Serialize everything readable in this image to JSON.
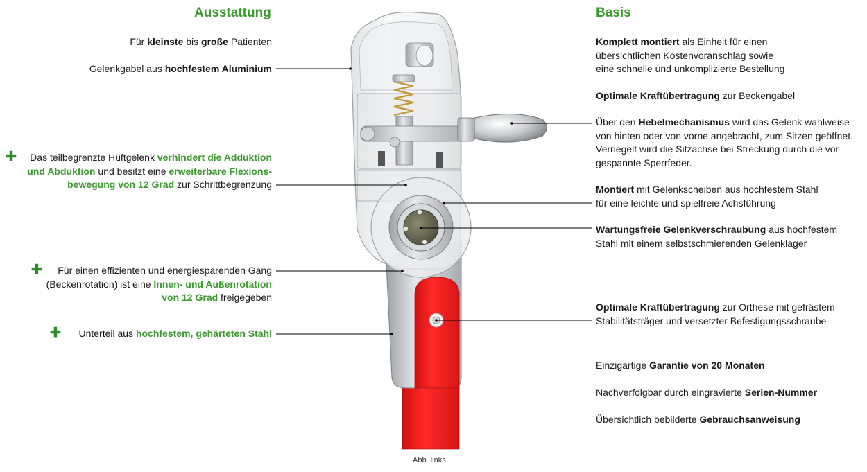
{
  "headings": {
    "left": "Ausstattung",
    "right": "Basis"
  },
  "left_items": [
    {
      "runs": [
        {
          "t": "Für ",
          "s": "n"
        },
        {
          "t": "kleinste",
          "s": "b"
        },
        {
          "t": " bis ",
          "s": "n"
        },
        {
          "t": "große",
          "s": "b"
        },
        {
          "t": " Patienten",
          "s": "n"
        }
      ]
    },
    {
      "runs": [
        {
          "t": "Gelenkgabel aus ",
          "s": "n"
        },
        {
          "t": "hochfestem Aluminium",
          "s": "b"
        }
      ]
    },
    {
      "plus": "✚",
      "lines": [
        [
          {
            "t": "Das teilbegrenzte Hüftgelenk ",
            "s": "n"
          },
          {
            "t": "verhindert die Adduktion",
            "s": "g"
          }
        ],
        [
          {
            "t": "und Abduktion",
            "s": "g"
          },
          {
            "t": " und besitzt eine ",
            "s": "n"
          },
          {
            "t": "erweiterbare Flexions-",
            "s": "g"
          }
        ],
        [
          {
            "t": "bewegung von 12 Grad",
            "s": "g"
          },
          {
            "t": " zur Schrittbegrenzung",
            "s": "n"
          }
        ]
      ]
    },
    {
      "plus": "✚",
      "lines": [
        [
          {
            "t": "Für einen effizienten und energiesparenden Gang",
            "s": "n"
          }
        ],
        [
          {
            "t": "(Beckenrotation) ist eine ",
            "s": "n"
          },
          {
            "t": "Innen- und Außenrotation",
            "s": "g"
          }
        ],
        [
          {
            "t": "von 12 Grad",
            "s": "g"
          },
          {
            "t": " freigegeben",
            "s": "n"
          }
        ]
      ]
    },
    {
      "plus": "✚",
      "runs": [
        {
          "t": "Unterteil aus  ",
          "s": "n"
        },
        {
          "t": "hochfestem, gehärteten Stahl",
          "s": "g"
        }
      ]
    }
  ],
  "right_items": [
    {
      "lines": [
        [
          {
            "t": "Komplett montiert",
            "s": "b"
          },
          {
            "t": " als Einheit für einen",
            "s": "n"
          }
        ],
        [
          {
            "t": "übersichtlichen Kostenvoranschlag sowie",
            "s": "n"
          }
        ],
        [
          {
            "t": "eine schnelle und unkomplizierte Bestellung",
            "s": "n"
          }
        ]
      ]
    },
    {
      "lines": [
        [
          {
            "t": "Optimale Kraftübertragung",
            "s": "b"
          },
          {
            "t": " zur Beckengabel",
            "s": "n"
          }
        ]
      ]
    },
    {
      "lines": [
        [
          {
            "t": "Über den ",
            "s": "n"
          },
          {
            "t": "Hebelmechanismus",
            "s": "b"
          },
          {
            "t": " wird das Gelenk wahlweise",
            "s": "n"
          }
        ],
        [
          {
            "t": "von hinten oder von vorne angebracht, zum Sitzen geöffnet.",
            "s": "n"
          }
        ],
        [
          {
            "t": "Verriegelt wird die Sitzachse bei Streckung durch die vor-",
            "s": "n"
          }
        ],
        [
          {
            "t": "gespannte Sperrfeder.",
            "s": "n"
          }
        ]
      ]
    },
    {
      "lines": [
        [
          {
            "t": "Montiert",
            "s": "b"
          },
          {
            "t": " mit Gelenkscheiben aus hochfestem Stahl",
            "s": "n"
          }
        ],
        [
          {
            "t": "für eine leichte und spielfreie Achsführung",
            "s": "n"
          }
        ]
      ]
    },
    {
      "lines": [
        [
          {
            "t": "Wartungsfreie Gelenkverschraubung",
            "s": "b"
          },
          {
            "t": " aus hochfestem",
            "s": "n"
          }
        ],
        [
          {
            "t": "Stahl mit einem selbstschmierenden Gelenklager",
            "s": "n"
          }
        ]
      ]
    },
    {
      "lines": [
        [
          {
            "t": "Optimale Kraftübertragung",
            "s": "b"
          },
          {
            "t": " zur Orthese mit gefrästem",
            "s": "n"
          }
        ],
        [
          {
            "t": "Stabilitätsträger und versetzter Befestigungsschraube",
            "s": "n"
          }
        ]
      ]
    },
    {
      "lines": [
        [
          {
            "t": "Einzigartige ",
            "s": "n"
          },
          {
            "t": "Garantie von 20 Monaten",
            "s": "b"
          }
        ]
      ]
    },
    {
      "lines": [
        [
          {
            "t": "Nachverfolgbar durch eingravierte ",
            "s": "n"
          },
          {
            "t": "Serien-Nummer",
            "s": "b"
          }
        ]
      ]
    },
    {
      "lines": [
        [
          {
            "t": "Übersichtlich bebilderte ",
            "s": "n"
          },
          {
            "t": "Gebrauchsanweisung",
            "s": "b"
          }
        ]
      ]
    }
  ],
  "caption": "Abb. links",
  "colors": {
    "accent_green": "#3a9a2e",
    "plus_green": "#2e8b2e",
    "red_bar": "#ee1c1c",
    "text": "#1a1a1a"
  }
}
